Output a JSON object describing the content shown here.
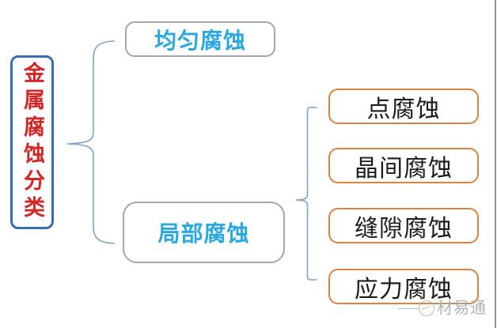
{
  "diagram": {
    "title": "金属腐蚀分类",
    "root": {
      "label": "金属腐蚀分类"
    },
    "level1": [
      {
        "label": "均匀腐蚀"
      },
      {
        "label": "局部腐蚀"
      }
    ],
    "level2": [
      {
        "label": "点腐蚀"
      },
      {
        "label": "晶间腐蚀"
      },
      {
        "label": "缝隙腐蚀"
      },
      {
        "label": "应力腐蚀"
      }
    ]
  },
  "watermark": {
    "text": "材易通"
  },
  "colors": {
    "root_border": "#3b6bb0",
    "root_text": "#d42626",
    "branch_text": "#29a8df",
    "branch_border": "#a6a6a6",
    "leaf_border": "#d98440",
    "leaf_text": "#1c1c1c",
    "brace": "#7fa3c6",
    "watermark": "#a9a9a9"
  }
}
